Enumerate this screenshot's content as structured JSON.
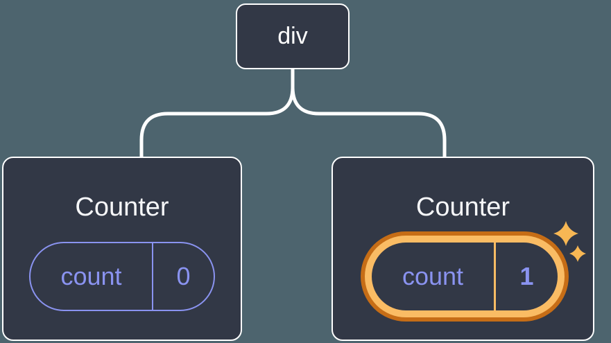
{
  "tree": {
    "root": {
      "label": "div"
    },
    "children": [
      {
        "title": "Counter",
        "state": {
          "label": "count",
          "value": "0"
        },
        "highlighted": false
      },
      {
        "title": "Counter",
        "state": {
          "label": "count",
          "value": "1"
        },
        "highlighted": true
      }
    ]
  },
  "icons": {
    "sparkles": "sparkles-icon"
  },
  "colors": {
    "background": "#4d646e",
    "card_bg": "#323846",
    "card_border": "#ffffff",
    "connector_line": "#ffffff",
    "title_text": "#f6f7f9",
    "state_purple": "#8a93f0",
    "highlight_dark": "#c66d16",
    "highlight_light": "#fabc64",
    "sparkle": "#f7b754"
  }
}
